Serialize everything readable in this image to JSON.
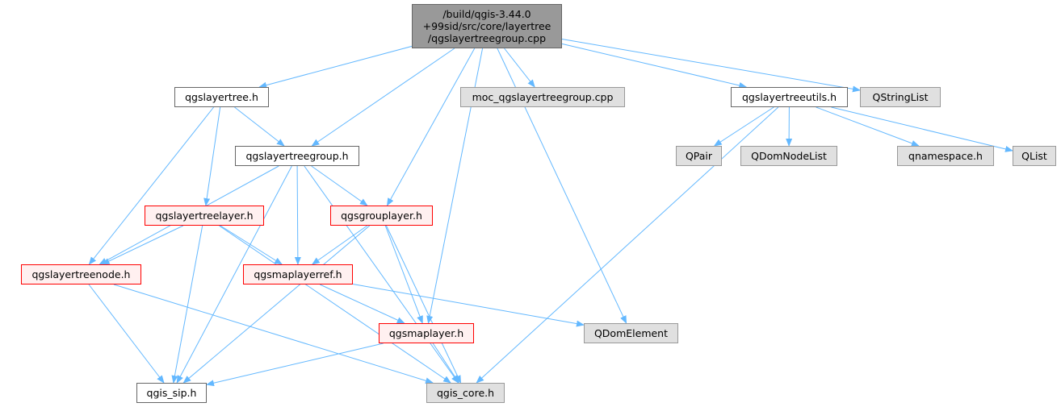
{
  "diagram": {
    "edge_color": "#63b8ff",
    "node_styles": {
      "root": {
        "fill": "#999999",
        "border": "#666666"
      },
      "documented": {
        "fill": "#ffffff",
        "border": "#666666"
      },
      "truncated": {
        "fill": "#fff0f0",
        "border": "#ff0000"
      },
      "external": {
        "fill": "#e0e0e0",
        "border": "#999999"
      }
    },
    "nodes": [
      {
        "id": "root",
        "style": "root",
        "lines": [
          "/build/qgis-3.44.0",
          "+99sid/src/core/layertree",
          "/qgslayertreegroup.cpp"
        ]
      },
      {
        "id": "qgslayertree_h",
        "style": "documented",
        "lines": [
          "qgslayertree.h"
        ]
      },
      {
        "id": "moc_cpp",
        "style": "external",
        "lines": [
          "moc_qgslayertreegroup.cpp"
        ]
      },
      {
        "id": "qgslayertreeutils_h",
        "style": "documented",
        "lines": [
          "qgslayertreeutils.h"
        ]
      },
      {
        "id": "qstringlist",
        "style": "external",
        "lines": [
          "QStringList"
        ]
      },
      {
        "id": "qgslayertreegroup_h",
        "style": "documented",
        "lines": [
          "qgslayertreegroup.h"
        ]
      },
      {
        "id": "qpair",
        "style": "external",
        "lines": [
          "QPair"
        ]
      },
      {
        "id": "qdomnodelist",
        "style": "external",
        "lines": [
          "QDomNodeList"
        ]
      },
      {
        "id": "qnamespace_h",
        "style": "external",
        "lines": [
          "qnamespace.h"
        ]
      },
      {
        "id": "qlist",
        "style": "external",
        "lines": [
          "QList"
        ]
      },
      {
        "id": "qgslayertreelayer_h",
        "style": "truncated",
        "lines": [
          "qgslayertreelayer.h"
        ]
      },
      {
        "id": "qgsgrouplayer_h",
        "style": "truncated",
        "lines": [
          "qgsgrouplayer.h"
        ]
      },
      {
        "id": "qgslayertreenode_h",
        "style": "truncated",
        "lines": [
          "qgslayertreenode.h"
        ]
      },
      {
        "id": "qgsmaplayerref_h",
        "style": "truncated",
        "lines": [
          "qgsmaplayerref.h"
        ]
      },
      {
        "id": "qgsmaplayer_h",
        "style": "truncated",
        "lines": [
          "qgsmaplayer.h"
        ]
      },
      {
        "id": "qdomelement",
        "style": "external",
        "lines": [
          "QDomElement"
        ]
      },
      {
        "id": "qgis_sip_h",
        "style": "documented",
        "lines": [
          "qgis_sip.h"
        ]
      },
      {
        "id": "qgis_core_h",
        "style": "external",
        "lines": [
          "qgis_core.h"
        ]
      }
    ],
    "edges": [
      [
        "root",
        "qgslayertree_h"
      ],
      [
        "root",
        "qgslayertreegroup_h"
      ],
      [
        "root",
        "moc_cpp"
      ],
      [
        "root",
        "qgsgrouplayer_h"
      ],
      [
        "root",
        "qgsmaplayer_h"
      ],
      [
        "root",
        "qdomelement"
      ],
      [
        "root",
        "qgslayertreeutils_h"
      ],
      [
        "root",
        "qstringlist"
      ],
      [
        "qgslayertree_h",
        "qgslayertreegroup_h"
      ],
      [
        "qgslayertree_h",
        "qgslayertreelayer_h"
      ],
      [
        "qgslayertree_h",
        "qgslayertreenode_h"
      ],
      [
        "qgslayertreegroup_h",
        "qgslayertreenode_h"
      ],
      [
        "qgslayertreegroup_h",
        "qgsgrouplayer_h"
      ],
      [
        "qgslayertreegroup_h",
        "qgsmaplayerref_h"
      ],
      [
        "qgslayertreegroup_h",
        "qgis_sip_h"
      ],
      [
        "qgslayertreegroup_h",
        "qgis_core_h"
      ],
      [
        "qgslayertreelayer_h",
        "qgslayertreenode_h"
      ],
      [
        "qgslayertreelayer_h",
        "qgsmaplayerref_h"
      ],
      [
        "qgslayertreelayer_h",
        "qgis_sip_h"
      ],
      [
        "qgslayertreelayer_h",
        "qgis_core_h"
      ],
      [
        "qgsgrouplayer_h",
        "qgsmaplayerref_h"
      ],
      [
        "qgsgrouplayer_h",
        "qgsmaplayer_h"
      ],
      [
        "qgsgrouplayer_h",
        "qgis_sip_h"
      ],
      [
        "qgsgrouplayer_h",
        "qgis_core_h"
      ],
      [
        "qgslayertreenode_h",
        "qgis_sip_h"
      ],
      [
        "qgslayertreenode_h",
        "qgis_core_h"
      ],
      [
        "qgsmaplayerref_h",
        "qgsmaplayer_h"
      ],
      [
        "qgsmaplayerref_h",
        "qdomelement"
      ],
      [
        "qgsmaplayer_h",
        "qgis_sip_h"
      ],
      [
        "qgsmaplayer_h",
        "qgis_core_h"
      ],
      [
        "qgslayertreeutils_h",
        "qpair"
      ],
      [
        "qgslayertreeutils_h",
        "qdomnodelist"
      ],
      [
        "qgslayertreeutils_h",
        "qnamespace_h"
      ],
      [
        "qgslayertreeutils_h",
        "qlist"
      ],
      [
        "qgslayertreeutils_h",
        "qgis_core_h"
      ]
    ]
  }
}
